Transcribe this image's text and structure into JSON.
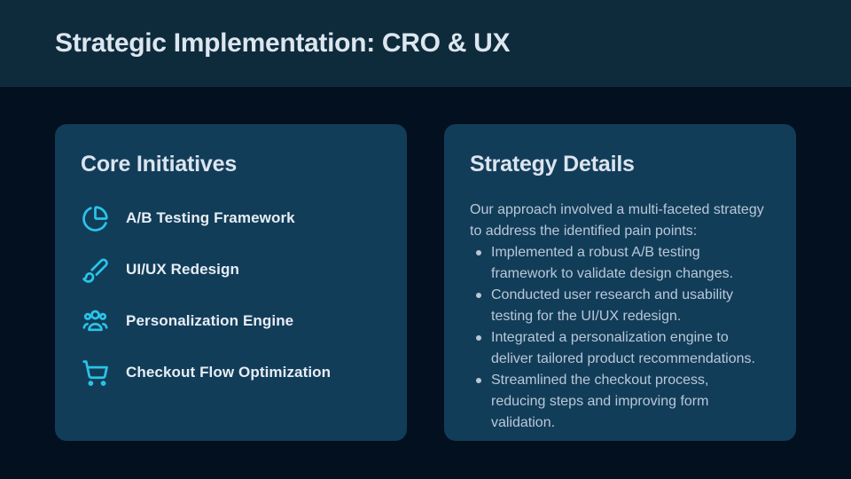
{
  "theme": {
    "page_bg": "#03101f",
    "header_bg": "#0e2b3c",
    "card_bg": "#123d59",
    "accent_cyan": "#29c5e8",
    "heading_color": "#dde6ef",
    "body_text_color": "#b9c8d8"
  },
  "header": {
    "title": "Strategic Implementation: CRO & UX"
  },
  "core_initiatives": {
    "title": "Core Initiatives",
    "items": [
      {
        "icon": "pie-chart-icon",
        "label": "A/B Testing Framework"
      },
      {
        "icon": "paintbrush-icon",
        "label": "UI/UX Redesign"
      },
      {
        "icon": "users-icon",
        "label": "Personalization Engine"
      },
      {
        "icon": "shopping-cart-icon",
        "label": "Checkout Flow Optimization"
      }
    ]
  },
  "strategy_details": {
    "title": "Strategy Details",
    "intro": "Our approach involved a multi-faceted strategy to address the identified pain points:",
    "bullets": [
      "Implemented a robust A/B testing framework to validate design changes.",
      "Conducted user research and usability testing for the UI/UX redesign.",
      "Integrated a personalization engine to deliver tailored product recommendations.",
      "Streamlined the checkout process, reducing steps and improving form validation."
    ]
  }
}
